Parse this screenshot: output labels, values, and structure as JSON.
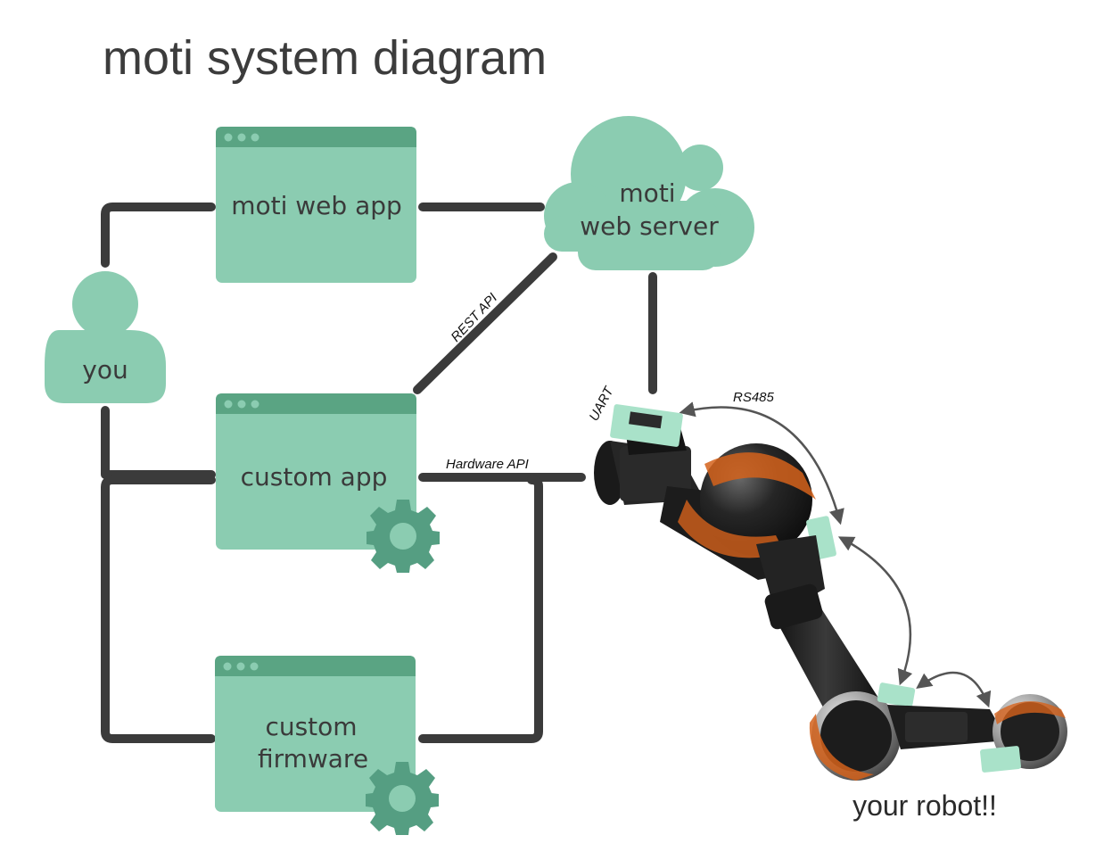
{
  "title": "moti system diagram",
  "nodes": {
    "web_app": {
      "label": "moti web app"
    },
    "web_server": {
      "line1": "moti",
      "line2": "web server"
    },
    "user": {
      "label": "you"
    },
    "custom_app": {
      "label": "custom app"
    },
    "custom_firmware": {
      "line1": "custom",
      "line2": "firmware"
    },
    "robot": {
      "label": "your robot!!"
    }
  },
  "edges": {
    "rest_api": "REST API",
    "hardware_api": "Hardware API",
    "uart": "UART",
    "rs485": "RS485"
  },
  "icons": {
    "window_dots": "window-dots-icon",
    "gear": "gear-icon",
    "cloud": "cloud-icon",
    "person": "person-icon",
    "robot_arm": "robot-arm-image",
    "connector": "connector-icon"
  },
  "colors": {
    "node_fill": "#8bccb1",
    "window_bar": "#5aa483",
    "window_dot": "#8bccb1",
    "gear_fill": "#559e82",
    "wire": "#3b3b3b",
    "title_text": "#3c3c3c",
    "robot_body": "#1f1f1f",
    "robot_orange": "#d4621b",
    "connector": "#a9e2c9"
  }
}
